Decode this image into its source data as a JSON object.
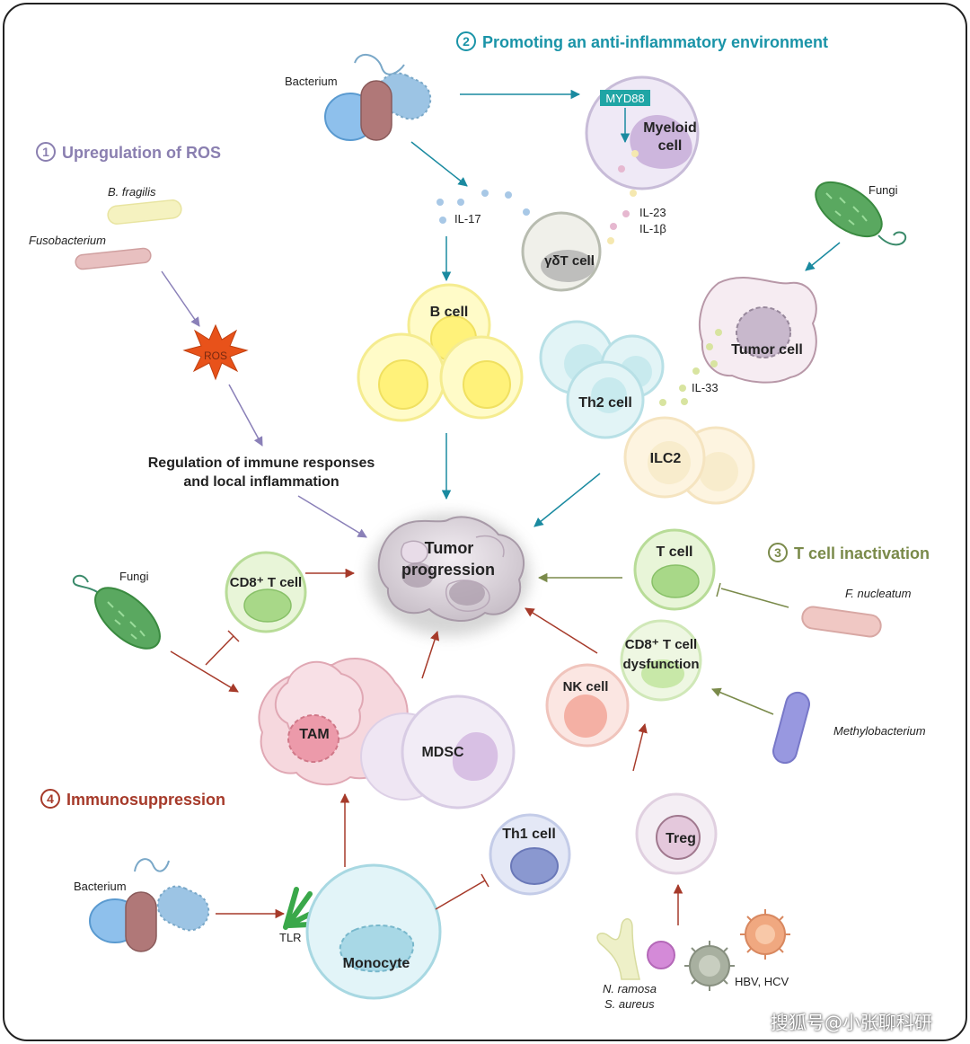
{
  "sections": {
    "s1": {
      "number": "1",
      "title": "Upregulation of ROS",
      "color": "#8a7fb0"
    },
    "s2": {
      "number": "2",
      "title": "Promoting an anti-inflammatory environment",
      "color": "#1a94a8"
    },
    "s3": {
      "number": "3",
      "title": "T cell inactivation",
      "color": "#7a8a4a"
    },
    "s4": {
      "number": "4",
      "title": "Immunosuppression",
      "color": "#a63a2a"
    }
  },
  "labels": {
    "bacterium_top": "Bacterium",
    "myd88": "MYD88",
    "myeloid_l1": "Myeloid",
    "myeloid_l2": "cell",
    "fungi_top": "Fungi",
    "b_fragilis": "B. fragilis",
    "fusobacterium": "Fusobacterium",
    "il17": "IL-17",
    "il23": "IL-23",
    "il1b": "IL-1β",
    "gdt_cell": "γδT cell",
    "b_cell": "B cell",
    "tumor_cell": "Tumor cell",
    "il33": "IL-33",
    "ros": "ROS",
    "th2_cell": "Th2 cell",
    "ilc2": "ILC2",
    "regulation_l1": "Regulation of immune responses",
    "regulation_l2": "and local inflammation",
    "tumor_prog_l1": "Tumor",
    "tumor_prog_l2": "progression",
    "fungi_left": "Fungi",
    "cd8_t_cell": "CD8⁺ T cell",
    "t_cell": "T cell",
    "f_nucleatum": "F. nucleatum",
    "cd8_dys_l1": "CD8⁺ T cell",
    "cd8_dys_l2": "dysfunction",
    "nk_cell": "NK cell",
    "tam": "TAM",
    "mdsc": "MDSC",
    "methylobacterium": "Methylobacterium",
    "th1_cell": "Th1 cell",
    "treg": "Treg",
    "bacterium_bottom": "Bacterium",
    "tlr": "TLR",
    "monocyte": "Monocyte",
    "n_ramosa": "N. ramosa",
    "s_aureus": "S. aureus",
    "hbv_hcv": "HBV, HCV"
  },
  "watermark": "搜狐号@小张聊科研",
  "colors": {
    "teal_arrow": "#1a8aa0",
    "purple_arrow": "#8a80b8",
    "red_arrow": "#a63a2a",
    "olive_arrow": "#7a8a4a"
  }
}
